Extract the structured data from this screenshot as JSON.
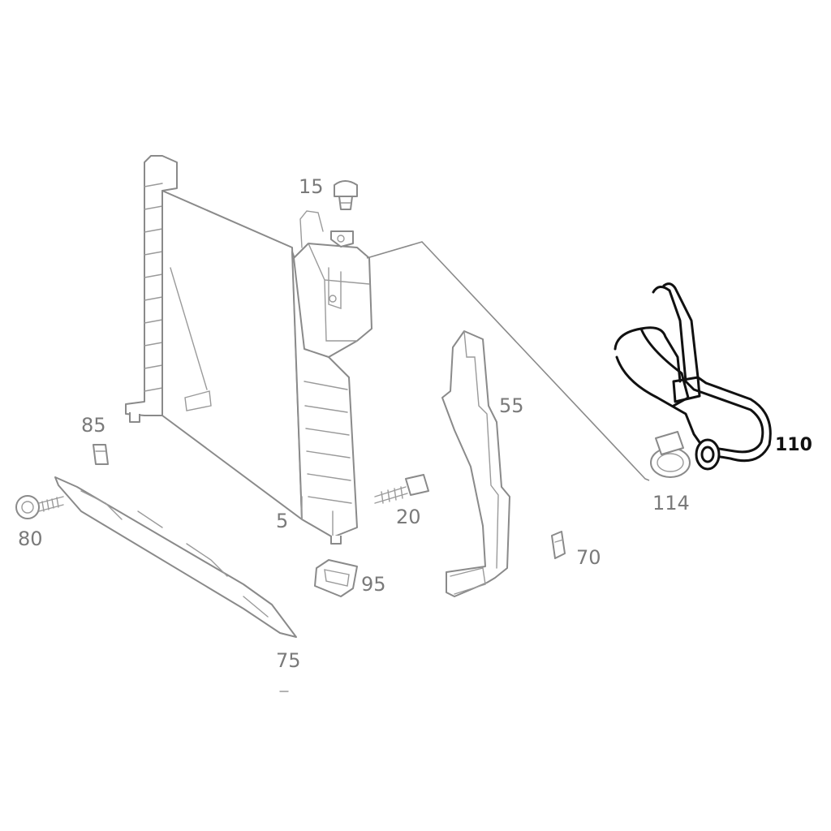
{
  "diagram": {
    "colors": {
      "part_line": "#8a8a8a",
      "label": "#7a7a7a",
      "highlight": "#111111",
      "background": "#ffffff"
    },
    "labels": {
      "radiator": "5",
      "cap": "15",
      "drain_plug": "20",
      "shroud_side": "55",
      "clip_right": "70",
      "lower_strip": "75",
      "screw": "80",
      "clip_left": "85",
      "mount": "95",
      "hose": "110",
      "hose_clamp": "114"
    },
    "highlighted_part": "110"
  }
}
